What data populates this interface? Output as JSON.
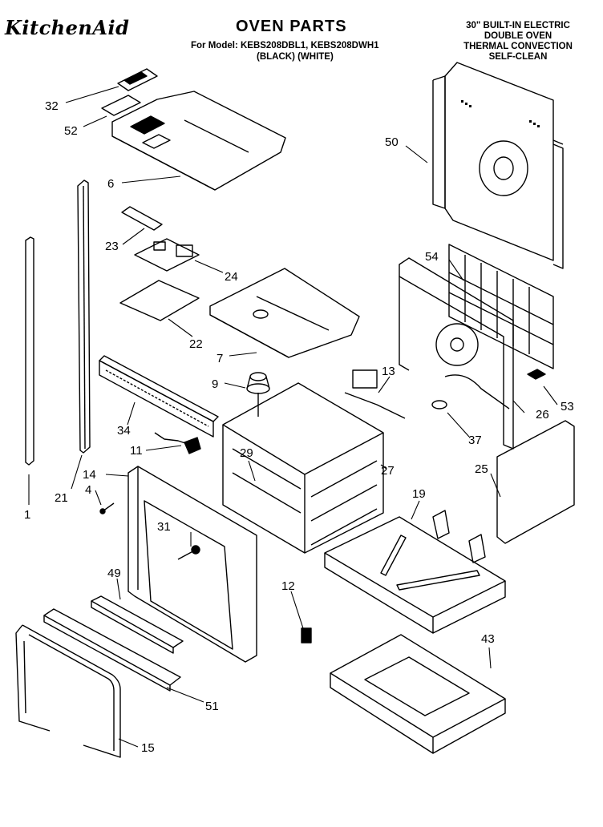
{
  "header": {
    "brand": "KitchenAid",
    "title": "OVEN PARTS",
    "model_line1": "For Model: KEBS208DBL1, KEBS208DWH1",
    "model_line2": "(BLACK)    (WHITE)",
    "spec_lines": [
      "30\" BUILT-IN ELECTRIC",
      "DOUBLE OVEN",
      "THERMAL CONVECTION",
      "SELF-CLEAN"
    ]
  },
  "parts": {
    "p1": "1",
    "p4": "4",
    "p6": "6",
    "p7": "7",
    "p9": "9",
    "p11": "11",
    "p12": "12",
    "p13": "13",
    "p14": "14",
    "p15": "15",
    "p19": "19",
    "p21": "21",
    "p22": "22",
    "p23": "23",
    "p24": "24",
    "p25": "25",
    "p26": "26",
    "p27": "27",
    "p29": "29",
    "p31": "31",
    "p32": "32",
    "p34": "34",
    "p37": "37",
    "p43": "43",
    "p49": "49",
    "p50": "50",
    "p51": "51",
    "p52": "52",
    "p53": "53",
    "p54": "54"
  }
}
